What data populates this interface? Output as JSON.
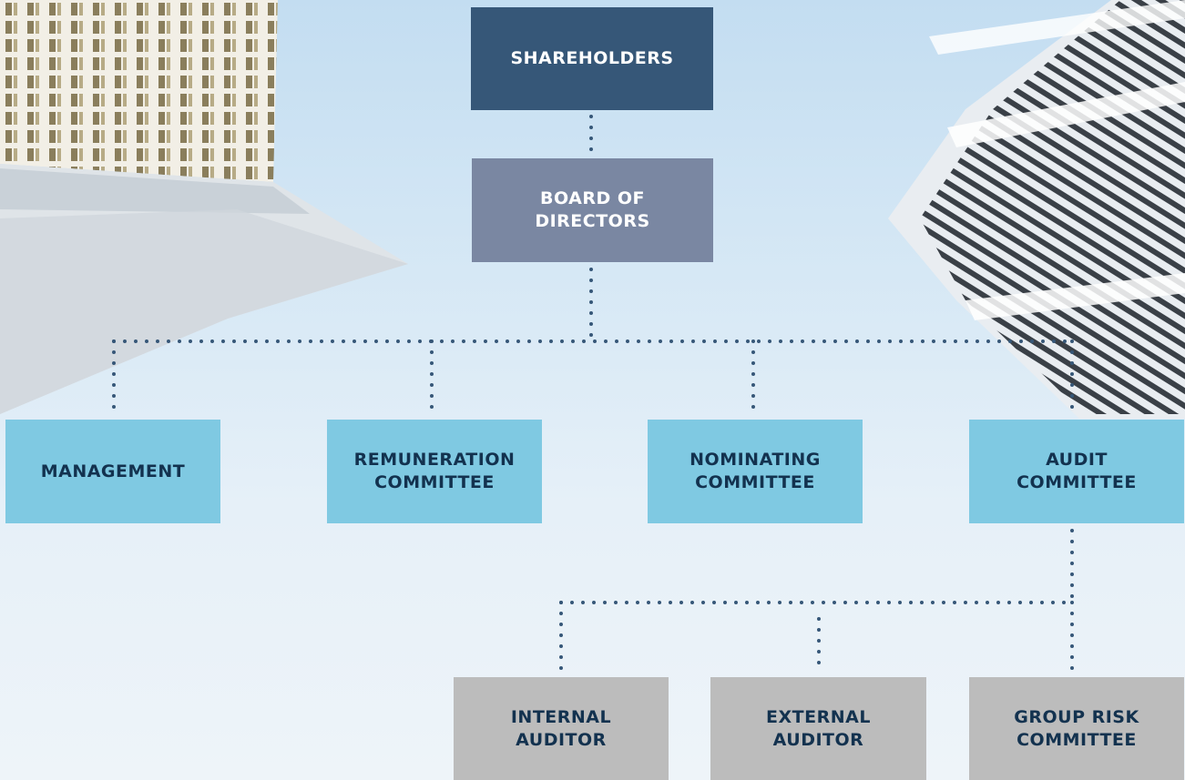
{
  "nodes": {
    "shareholders": "SHAREHOLDERS",
    "board": "BOARD OF\nDIRECTORS",
    "management": "MANAGEMENT",
    "remuneration": "REMUNERATION\nCOMMITTEE",
    "nominating": "NOMINATING\nCOMMITTEE",
    "audit": "AUDIT\nCOMMITTEE",
    "internal_auditor": "INTERNAL\nAUDITOR",
    "external_auditor": "EXTERNAL\nAUDITOR",
    "group_risk": "GROUP RISK\nCOMMITTEE"
  },
  "colors": {
    "connector": "#365778",
    "shareholders": "#365778",
    "board": "#7a87a2",
    "committee": "#7fc9e2",
    "auditor": "#bcbcbc"
  }
}
